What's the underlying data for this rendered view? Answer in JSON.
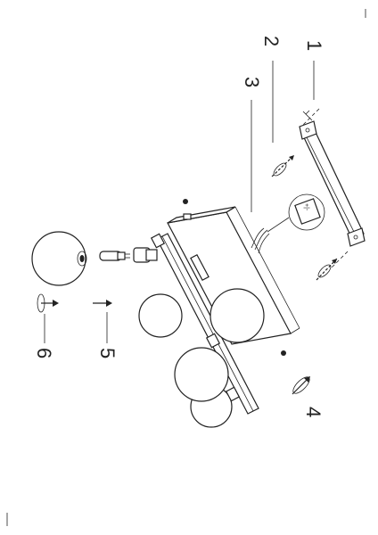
{
  "callouts": [
    "1",
    "2",
    "3",
    "4",
    "5",
    "6"
  ],
  "label_polarity": "+|-",
  "icons": {
    "wall_plug": "wall-plug-icon",
    "screw": "screw-icon",
    "bulb": "g9-bulb-icon",
    "globe": "glass-globe-icon"
  },
  "colors": {
    "stroke": "#222222",
    "background": "#ffffff"
  }
}
